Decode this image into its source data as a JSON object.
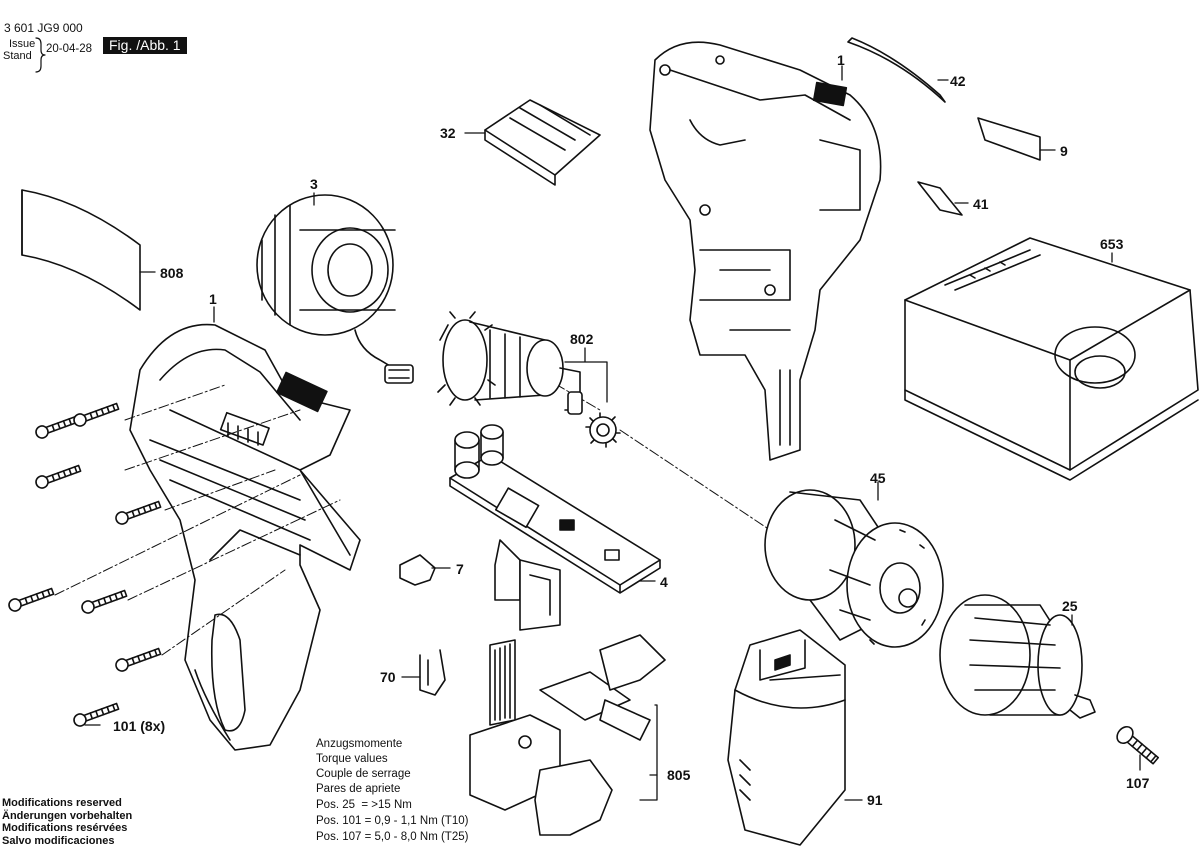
{
  "header": {
    "drawing_number": "3 601 JG9 000",
    "issue_label": "Issue",
    "stand_label": "Stand",
    "date": "20-04-28",
    "figure_tag": "Fig. /Abb. 1"
  },
  "callouts": [
    {
      "id": "c808",
      "label": "808"
    },
    {
      "id": "c3",
      "label": "3"
    },
    {
      "id": "c1a",
      "label": "1"
    },
    {
      "id": "c1b",
      "label": "1"
    },
    {
      "id": "c32",
      "label": "32"
    },
    {
      "id": "c42",
      "label": "42"
    },
    {
      "id": "c9",
      "label": "9"
    },
    {
      "id": "c41",
      "label": "41"
    },
    {
      "id": "c653",
      "label": "653"
    },
    {
      "id": "c802",
      "label": "802"
    },
    {
      "id": "c45",
      "label": "45"
    },
    {
      "id": "c7",
      "label": "7"
    },
    {
      "id": "c4",
      "label": "4"
    },
    {
      "id": "c25",
      "label": "25"
    },
    {
      "id": "c70",
      "label": "70"
    },
    {
      "id": "c805",
      "label": "805"
    },
    {
      "id": "c91",
      "label": "91"
    },
    {
      "id": "c107",
      "label": "107"
    },
    {
      "id": "c101",
      "label": "101 (8x)"
    }
  ],
  "torque_notes": {
    "lines": [
      "Anzugsmomente",
      "Torque values",
      "Couple de serrage",
      "Pares de apriete",
      "Pos. 25  = >15 Nm",
      "Pos. 101 = 0,9 - 1,1 Nm (T10)",
      "Pos. 107 = 5,0 - 8,0 Nm (T25)"
    ]
  },
  "modifications": {
    "lines": [
      "Modifications reserved",
      "Änderungen vorbehalten",
      "Modifications resérvées",
      "Salvo modificaciones"
    ]
  }
}
